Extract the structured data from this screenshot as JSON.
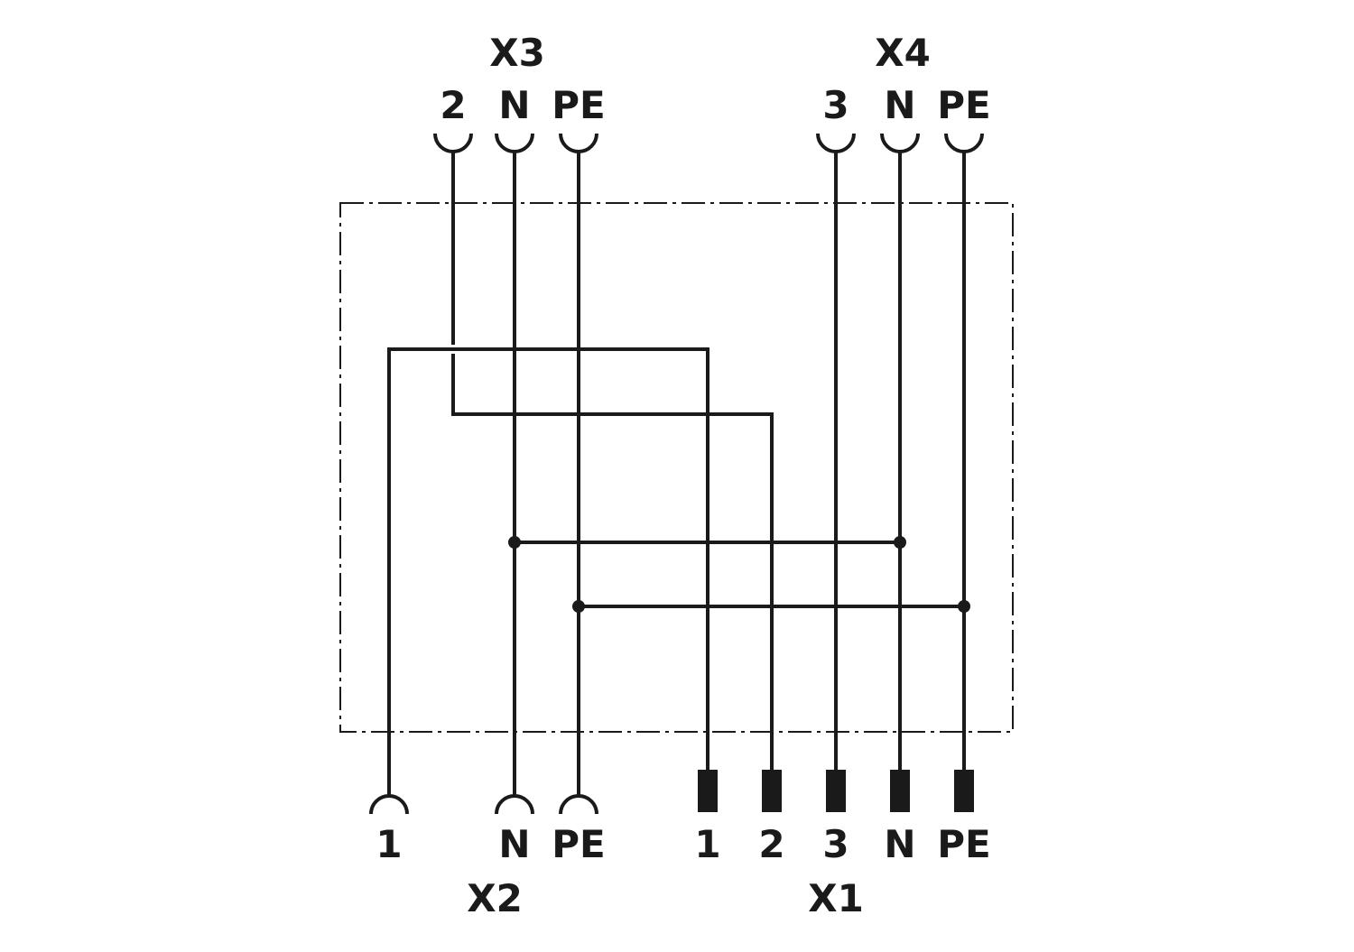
{
  "connectors": {
    "x3": {
      "name": "X3",
      "pins": [
        "2",
        "N",
        "PE"
      ]
    },
    "x4": {
      "name": "X4",
      "pins": [
        "3",
        "N",
        "PE"
      ]
    },
    "x2": {
      "name": "X2",
      "pins": [
        "1",
        "N",
        "PE"
      ]
    },
    "x1": {
      "name": "X1",
      "pins": [
        "1",
        "2",
        "3",
        "N",
        "PE"
      ]
    }
  },
  "colors": {
    "line": "#1a1a1a",
    "background": "#ffffff"
  }
}
